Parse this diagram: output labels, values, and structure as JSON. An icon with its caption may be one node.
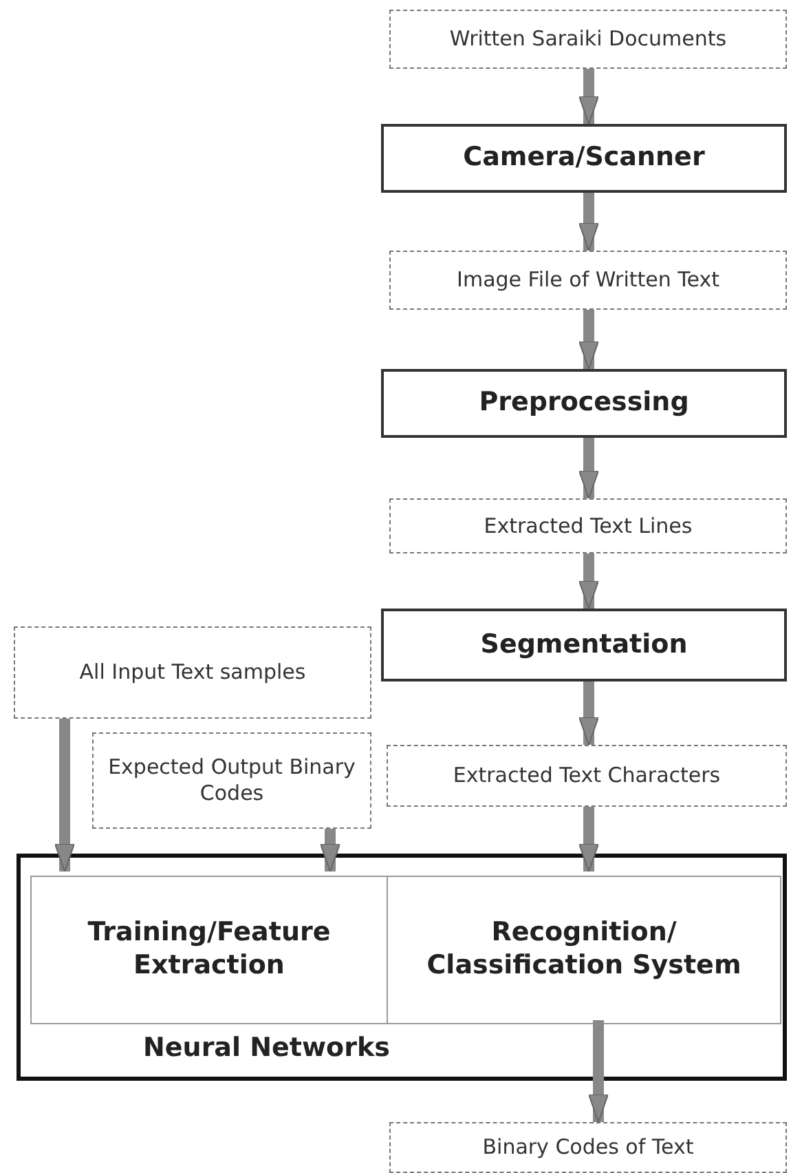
{
  "diagram": {
    "nodes": [
      {
        "text": [
          "Written Saraiki Documents"
        ]
      },
      {
        "text": [
          "Camera/Scanner"
        ]
      },
      {
        "text": [
          "Image File of Written Text"
        ]
      },
      {
        "text": [
          "Preprocessing"
        ]
      },
      {
        "text": [
          "Extracted Text Lines"
        ]
      },
      {
        "text": [
          "Segmentation"
        ]
      },
      {
        "text": [
          "All Input Text samples"
        ]
      },
      {
        "text": [
          "Expected Output Binary Codes"
        ]
      },
      {
        "text": [
          "Extracted Text Characters"
        ]
      },
      {
        "text": [
          "Neural Networks"
        ]
      },
      {
        "text": [
          "Training/Feature Extraction"
        ],
        "in": 9
      },
      {
        "text": [
          "Recognition/ Classification System"
        ],
        "in": 9
      },
      {
        "text": [
          "Binary Codes of Text"
        ]
      }
    ],
    "edges": [
      {
        "from": 0,
        "to": 1,
        "arrow": "to"
      },
      {
        "from": 1,
        "to": 2,
        "arrow": "to"
      },
      {
        "from": 2,
        "to": 3,
        "arrow": "to"
      },
      {
        "from": 3,
        "to": 4,
        "arrow": "to"
      },
      {
        "from": 4,
        "to": 5,
        "arrow": "to"
      },
      {
        "from": 5,
        "to": 8,
        "arrow": "to"
      },
      {
        "from": 6,
        "to": 10,
        "arrow": "to"
      },
      {
        "from": 7,
        "to": 10,
        "arrow": "to"
      },
      {
        "from": 8,
        "to": 11,
        "arrow": "to"
      },
      {
        "from": 11,
        "to": 12,
        "arrow": "to"
      }
    ]
  }
}
